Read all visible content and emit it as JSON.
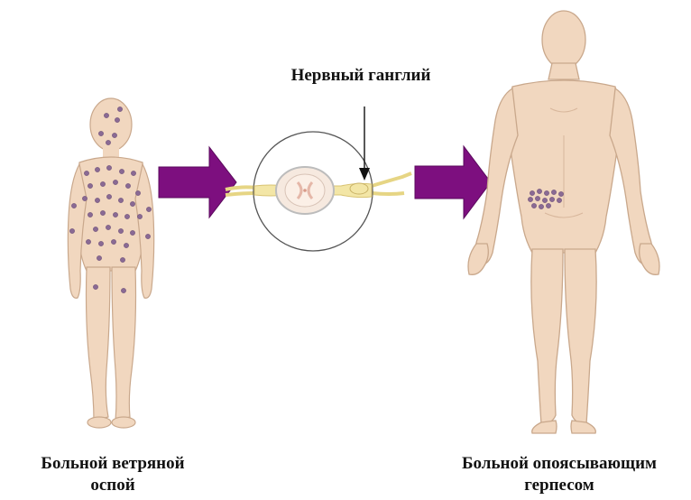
{
  "labels": {
    "ganglion": "Нервный ганглий",
    "left_caption_line1": "Больной ветряной",
    "left_caption_line2": "оспой",
    "right_caption_line1": "Больной опоясывающим",
    "right_caption_line2": "герпесом"
  },
  "colors": {
    "skin": "#f1d7bf",
    "skin_outline": "#c9a88c",
    "rash": "#8a6a94",
    "arrow": "#7d0f7f",
    "nerve": "#f3e6a6",
    "circle": "#555555"
  },
  "icons": {
    "left_figure": "child-body-rash",
    "right_figure": "adult-body-shingles",
    "arrow": "right-arrow",
    "ganglion_inset": "spinal-cord-cross-section"
  }
}
